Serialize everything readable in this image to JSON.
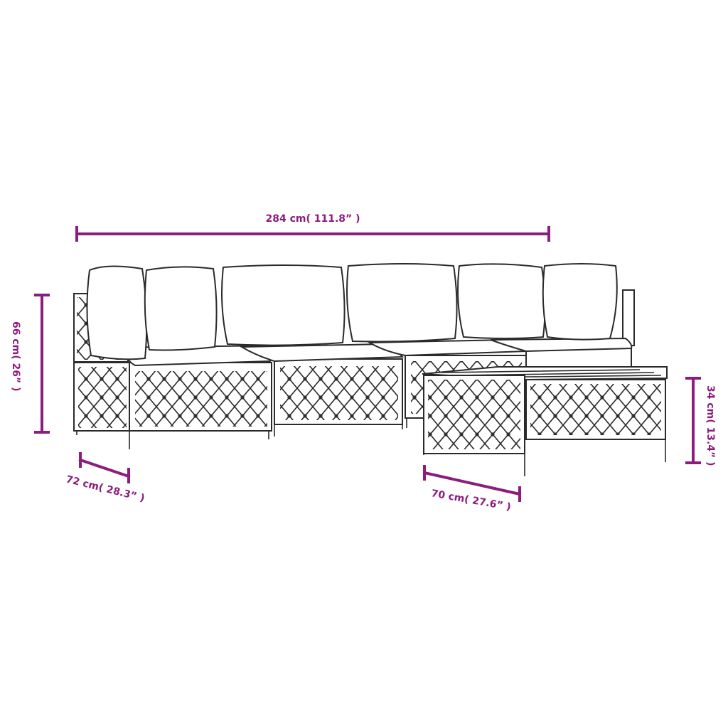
{
  "dimensions": {
    "total_width": "284 cm( 111.8” )",
    "height": "66 cm( 26” )",
    "depth": "72 cm( 28.3” )",
    "table_depth": "70 cm( 27.6” )",
    "table_height": "34 cm( 13.4” )"
  },
  "colors": {
    "dimension": "#8c1c7e",
    "outline": "#2a2a2a"
  }
}
